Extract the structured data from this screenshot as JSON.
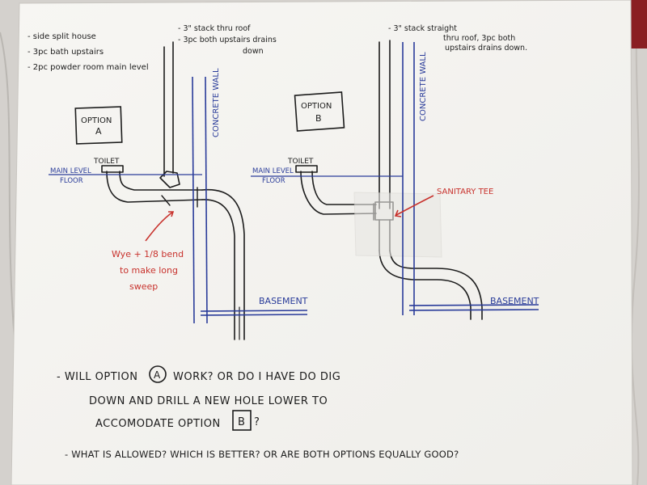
{
  "notes_top_left": [
    "- side split house",
    "- 3pc bath upstairs",
    "- 2pc powder room main level"
  ],
  "option_a": {
    "box_label_line1": "OPTION",
    "box_label_line2": "A",
    "stack_note_line1": "- 3\" stack thru roof",
    "stack_note_line2": "- 3pc both upstairs drains",
    "stack_note_line3": "down",
    "toilet_label": "TOILET",
    "floor_label_line1": "MAIN LEVEL",
    "floor_label_line2": "FLOOR",
    "wall_label": "CONCRETE WALL",
    "basement_label": "BASEMENT",
    "annotation_lines": [
      "Wye + 1/8 bend",
      "to make long",
      "sweep"
    ]
  },
  "option_b": {
    "box_label_line1": "OPTION",
    "box_label_line2": "B",
    "stack_note_line1": "- 3\" stack straight",
    "stack_note_line2": "thru roof, 3pc both",
    "stack_note_line3": "upstairs drains down.",
    "toilet_label": "TOILET",
    "floor_label_line1": "MAIN LEVEL",
    "floor_label_line2": "FLOOR",
    "wall_label": "CONCRETE WALL",
    "basement_label": "BASEMENT",
    "annotation": "SANITARY TEE"
  },
  "questions": {
    "q1_line1_part1": "- WILL OPTION",
    "q1_line1_circled": "A",
    "q1_line1_part2": "WORK? OR DO I HAVE DO DIG",
    "q1_line2": "DOWN AND DRILL A NEW HOLE LOWER TO",
    "q1_line3_part1": "ACCOMODATE OPTION",
    "q1_line3_boxed": "B",
    "q1_line3_part2": "?",
    "q2": "- WHAT IS ALLOWED? WHICH IS BETTER? OR ARE BOTH OPTIONS EQUALLY GOOD?"
  },
  "colors": {
    "ink_black": "#1c1c1c",
    "ink_blue": "#2a3c9a",
    "ink_red": "#c8322d",
    "paper": "#f6f5f2",
    "marble": "#d4d1cd"
  }
}
